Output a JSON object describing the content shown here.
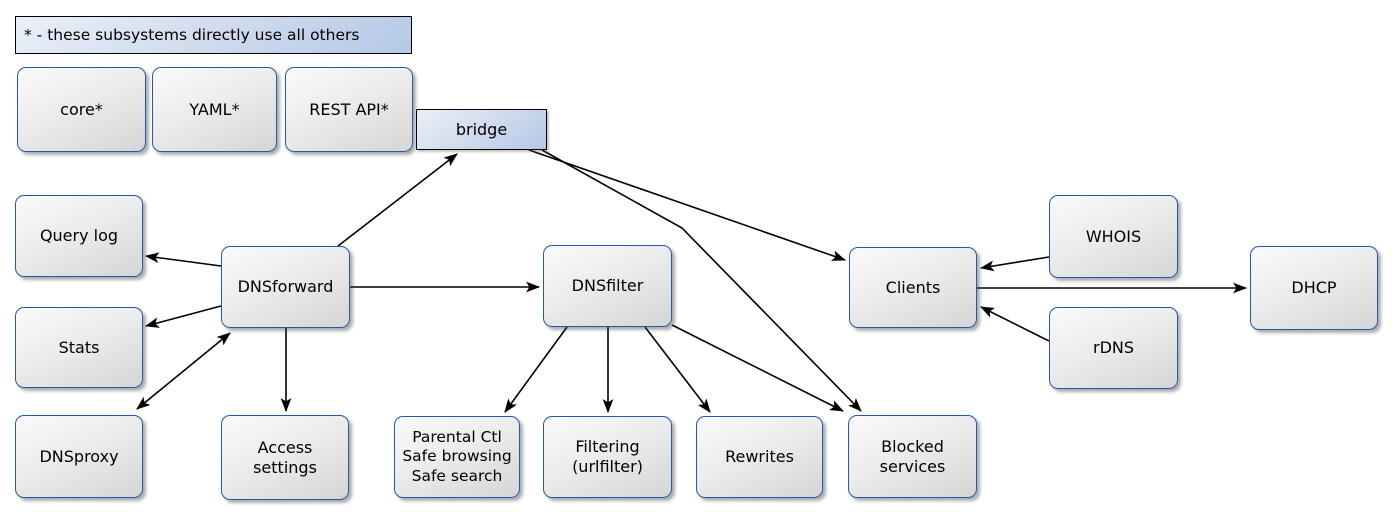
{
  "diagram": {
    "legend": "* - these subsystems directly use all others",
    "nodes": {
      "core": "core*",
      "yaml": "YAML*",
      "rest_api": "REST API*",
      "bridge": "bridge",
      "query_log": "Query log",
      "stats": "Stats",
      "dnsproxy": "DNSproxy",
      "dnsforward": "DNSforward",
      "access_settings": "Access\nsettings",
      "dnsfilter": "DNSfilter",
      "parental": "Parental Ctl\nSafe browsing\nSafe search",
      "filtering": "Filtering\n(urlfilter)",
      "rewrites": "Rewrites",
      "blocked_services": "Blocked\nservices",
      "clients": "Clients",
      "whois": "WHOIS",
      "rdns": "rDNS",
      "dhcp": "DHCP"
    },
    "edges": [
      {
        "from": "DNSforward",
        "to": "Query log",
        "arrow": "single"
      },
      {
        "from": "DNSforward",
        "to": "Stats",
        "arrow": "single"
      },
      {
        "from": "DNSforward",
        "to": "DNSproxy",
        "arrow": "double"
      },
      {
        "from": "DNSforward",
        "to": "Access settings",
        "arrow": "single"
      },
      {
        "from": "DNSforward",
        "to": "DNSfilter",
        "arrow": "single"
      },
      {
        "from": "DNSforward",
        "to": "bridge",
        "arrow": "single"
      },
      {
        "from": "bridge",
        "to": "Clients",
        "arrow": "single"
      },
      {
        "from": "bridge",
        "to": "Blocked services",
        "arrow": "single"
      },
      {
        "from": "DNSfilter",
        "to": "Parental Ctl / Safe browsing / Safe search",
        "arrow": "single"
      },
      {
        "from": "DNSfilter",
        "to": "Filtering (urlfilter)",
        "arrow": "single"
      },
      {
        "from": "DNSfilter",
        "to": "Rewrites",
        "arrow": "single"
      },
      {
        "from": "DNSfilter",
        "to": "Blocked services",
        "arrow": "single"
      },
      {
        "from": "WHOIS",
        "to": "Clients",
        "arrow": "single"
      },
      {
        "from": "rDNS",
        "to": "Clients",
        "arrow": "single"
      },
      {
        "from": "Clients",
        "to": "DHCP",
        "arrow": "single"
      }
    ],
    "colors": {
      "node_border": "#2458b0",
      "edge": "#000000",
      "node_fill_top": "#fafafa",
      "node_fill_bottom": "#d5d5d5",
      "blue_fill_top": "#eaf0f9",
      "blue_fill_bottom": "#b4c9e5",
      "background": "#ffffff"
    }
  }
}
